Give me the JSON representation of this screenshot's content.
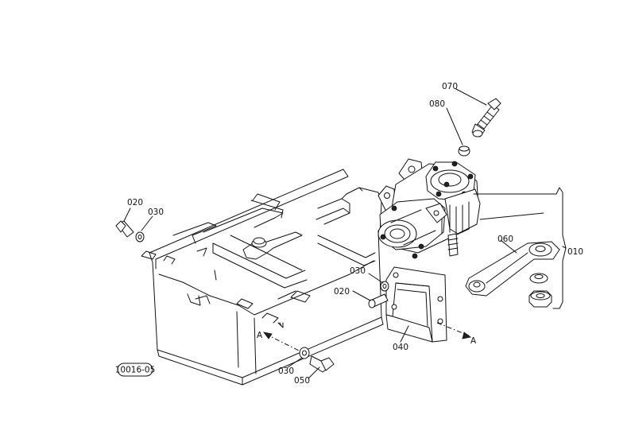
{
  "diagram": {
    "figure_code": "10016-05",
    "callouts": {
      "p070": "070",
      "p080": "080",
      "p020_left": "020",
      "p030_left": "030",
      "p060": "060",
      "p010": "010",
      "p030_bracket": "030",
      "p020_bracket": "020",
      "p040": "040",
      "p030_bottom": "030",
      "p050": "050"
    },
    "view_markers": {
      "left": "A",
      "right": "A"
    }
  }
}
